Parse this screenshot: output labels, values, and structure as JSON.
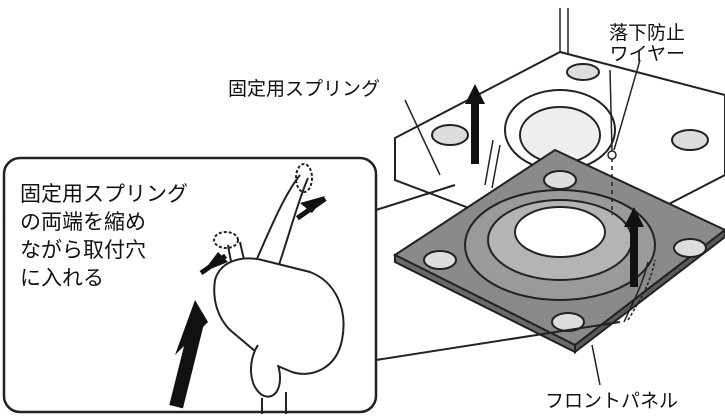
{
  "labels": {
    "spring": "固定用スプリング",
    "wire_line1": "落下防止",
    "wire_line2": "ワイヤー",
    "panel": "フロントパネル"
  },
  "inset": {
    "lines": [
      "固定用スプリング",
      "の両端を縮め",
      "ながら取付穴",
      "に入れる"
    ]
  }
}
